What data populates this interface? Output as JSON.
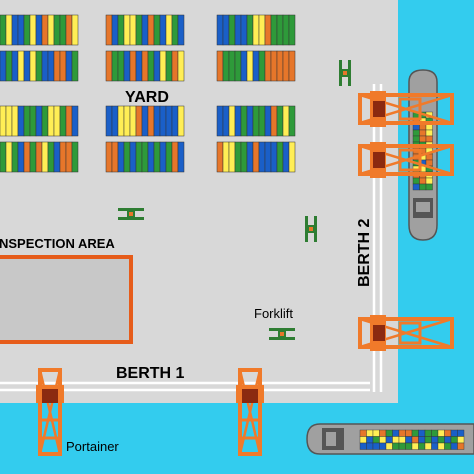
{
  "labels": {
    "yard": "YARD",
    "inspection_area": "NSPECTION AREA",
    "berth_1": "BERTH 1",
    "berth_2": "BERTH 2",
    "forklift": "Forklift",
    "portainer": "Portainer"
  },
  "colors": {
    "ground": "#d8d8d8",
    "water": "#33ccee",
    "container_blue": "#1a5fc8",
    "container_green": "#2e9a3a",
    "container_yellow": "#ffee55",
    "container_orange": "#e6762a",
    "crane_orange": "#f07a2a",
    "crane_dark": "#8b2a10",
    "forklift_green": "#2e7d32",
    "ship_gray": "#a0a0a0",
    "inspection_border": "#e65c1a",
    "inspection_fill": "#c8c8c8"
  },
  "icons": {
    "forklift": "forklift-icon",
    "portainer": "portainer-crane-icon",
    "ship": "container-ship-icon"
  }
}
